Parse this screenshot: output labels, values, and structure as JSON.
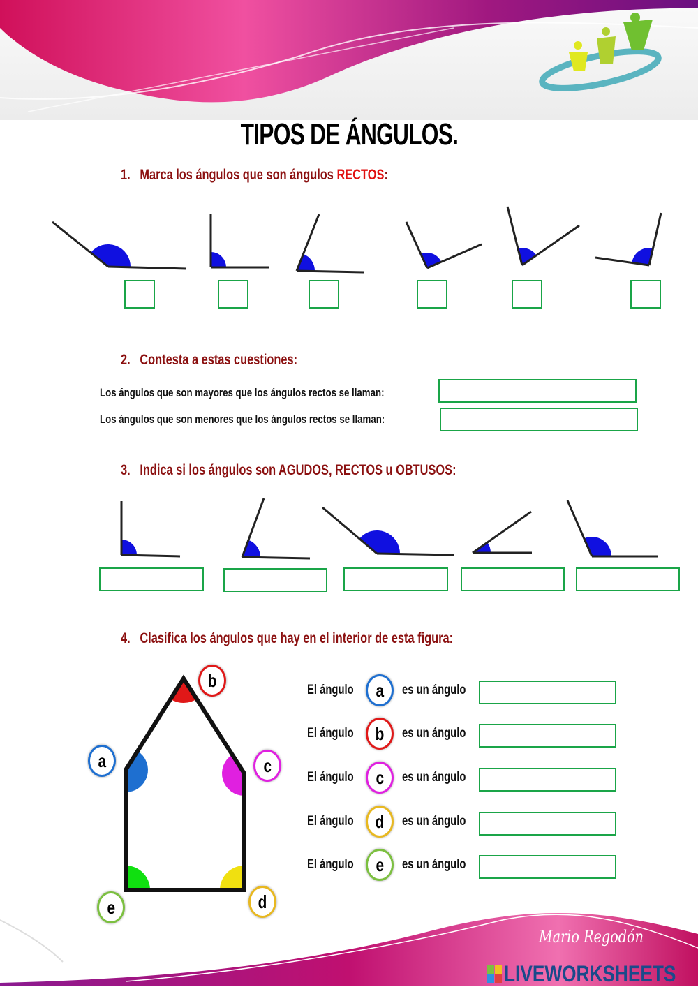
{
  "header": {
    "title": "TIPOS DE ÁNGULOS."
  },
  "q1": {
    "number": "1.",
    "text": "Marca los ángulos que son ángulos ",
    "highlight": "RECTOS",
    ":": ":",
    "suffix": ":"
  },
  "q2": {
    "number": "2.",
    "text": "Contesta a estas cuestiones:",
    "sentences": [
      "Los ángulos que son mayores que los ángulos rectos se llaman:",
      "Los ángulos que son menores que los ángulos rectos se llaman:"
    ]
  },
  "q3": {
    "number": "3.",
    "text": "Indica si los ángulos son AGUDOS, RECTOS u OBTUSOS:"
  },
  "q4": {
    "number": "4.",
    "text": "Clasifica los ángulos que hay en el interior de esta figura:",
    "prefix": "El ángulo",
    "suffix": "es un ángulo",
    "rows": [
      {
        "letter": "a",
        "color": "#1e6fd0"
      },
      {
        "letter": "b",
        "color": "#e01818"
      },
      {
        "letter": "c",
        "color": "#e020e0"
      },
      {
        "letter": "d",
        "color": "#e8b820"
      },
      {
        "letter": "e",
        "color": "#7cc040"
      }
    ]
  },
  "footer": {
    "author": "Mario Regodón",
    "brand": "LIVEWORKSHEETS"
  },
  "colors": {
    "heading": "#8b1010",
    "accent": "#e01010",
    "box": "#1aa548",
    "angle": "#1010e0"
  }
}
